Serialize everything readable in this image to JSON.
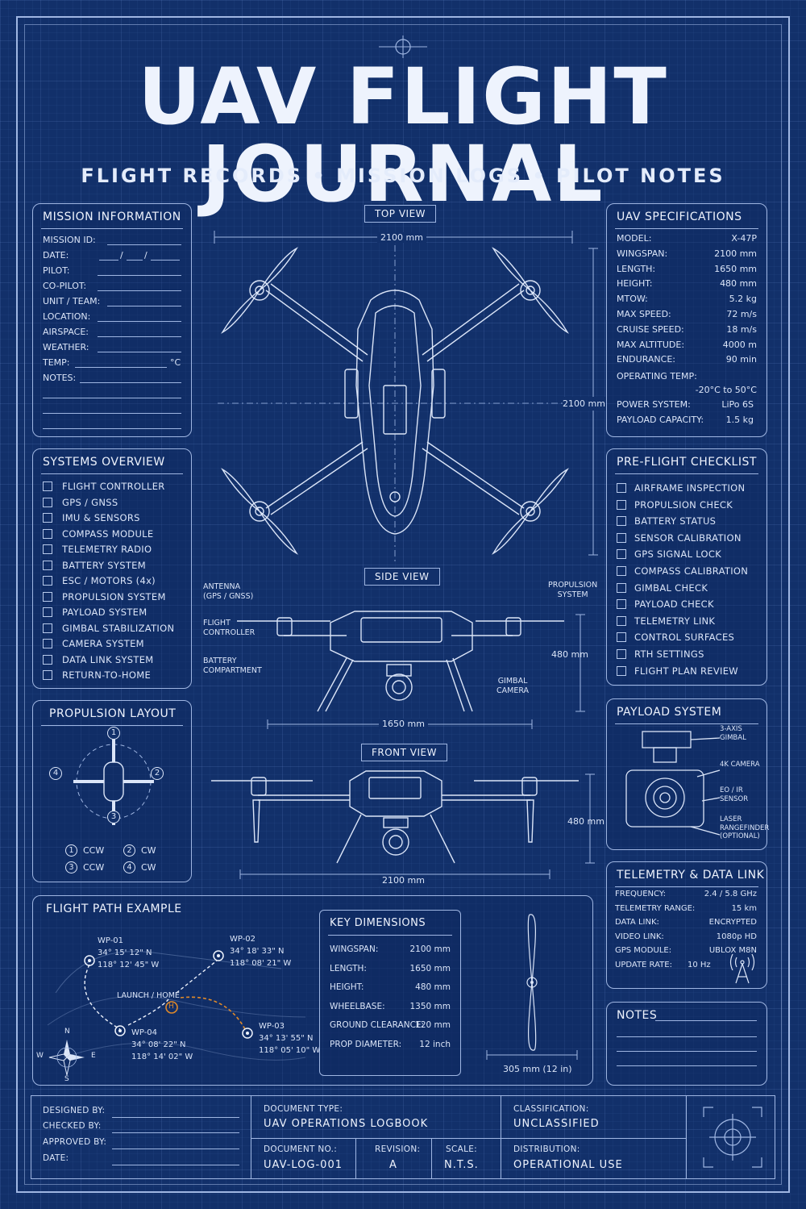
{
  "header": {
    "title": "UAV FLIGHT JOURNAL",
    "subtitle": "FLIGHT RECORDS • MISSION LOGS • PILOT NOTES"
  },
  "mission_information": {
    "title": "MISSION INFORMATION",
    "fields": [
      "MISSION ID:",
      "DATE:",
      "PILOT:",
      "CO-PILOT:",
      "UNIT / TEAM:",
      "LOCATION:",
      "AIRSPACE:",
      "WEATHER:",
      "TEMP:",
      "NOTES:"
    ],
    "date_sep": "/",
    "temp_unit": "°C"
  },
  "systems_overview": {
    "title": "SYSTEMS OVERVIEW",
    "items": [
      "FLIGHT CONTROLLER",
      "GPS / GNSS",
      "IMU & SENSORS",
      "COMPASS MODULE",
      "TELEMETRY RADIO",
      "BATTERY SYSTEM",
      "ESC / MOTORS (4x)",
      "PROPULSION SYSTEM",
      "PAYLOAD SYSTEM",
      "GIMBAL STABILIZATION",
      "CAMERA SYSTEM",
      "DATA LINK SYSTEM",
      "RETURN-TO-HOME"
    ]
  },
  "propulsion_layout": {
    "title": "PROPULSION LAYOUT",
    "motors": [
      "1",
      "2",
      "3",
      "4"
    ],
    "legend": [
      {
        "num": "1",
        "dir": "CCW"
      },
      {
        "num": "2",
        "dir": "CW"
      },
      {
        "num": "3",
        "dir": "CCW"
      },
      {
        "num": "4",
        "dir": "CW"
      }
    ]
  },
  "views": {
    "top": "TOP VIEW",
    "side": "SIDE VIEW",
    "front": "FRONT VIEW",
    "top_width": "2100 mm",
    "top_height": "2100 mm",
    "side_length": "1650 mm",
    "side_height": "480 mm",
    "front_width": "2100 mm",
    "front_height": "480 mm",
    "callouts": {
      "antenna": "ANTENNA\n(GPS / GNSS)",
      "flight_controller": "FLIGHT\nCONTROLLER",
      "battery": "BATTERY\nCOMPARTMENT",
      "propulsion": "PROPULSION\nSYSTEM",
      "gimbal_camera": "GIMBAL\nCAMERA"
    }
  },
  "uav_specifications": {
    "title": "UAV SPECIFICATIONS",
    "rows": [
      {
        "k": "MODEL:",
        "v": "X-47P"
      },
      {
        "k": "WINGSPAN:",
        "v": "2100 mm"
      },
      {
        "k": "LENGTH:",
        "v": "1650 mm"
      },
      {
        "k": "HEIGHT:",
        "v": "480 mm"
      },
      {
        "k": "MTOW:",
        "v": "5.2 kg"
      },
      {
        "k": "MAX SPEED:",
        "v": "72 m/s"
      },
      {
        "k": "CRUISE SPEED:",
        "v": "18 m/s"
      },
      {
        "k": "MAX ALTITUDE:",
        "v": "4000 m"
      },
      {
        "k": "ENDURANCE:",
        "v": "90 min"
      }
    ],
    "op_temp_label": "OPERATING TEMP:",
    "op_temp_value": "-20°C to 50°C",
    "rows2": [
      {
        "k": "POWER SYSTEM:",
        "v": "LiPo 6S"
      },
      {
        "k": "PAYLOAD CAPACITY:",
        "v": "1.5 kg"
      }
    ]
  },
  "preflight_checklist": {
    "title": "PRE-FLIGHT CHECKLIST",
    "items": [
      "AIRFRAME INSPECTION",
      "PROPULSION CHECK",
      "BATTERY STATUS",
      "SENSOR CALIBRATION",
      "GPS SIGNAL LOCK",
      "COMPASS CALIBRATION",
      "GIMBAL CHECK",
      "PAYLOAD CHECK",
      "TELEMETRY LINK",
      "CONTROL SURFACES",
      "RTH SETTINGS",
      "FLIGHT PLAN REVIEW"
    ]
  },
  "payload_system": {
    "title": "PAYLOAD SYSTEM",
    "callouts": [
      "3-AXIS\nGIMBAL",
      "4K CAMERA",
      "EO / IR\nSENSOR",
      "LASER\nRANGEFINDER\n(OPTIONAL)"
    ]
  },
  "telemetry": {
    "title": "TELEMETRY & DATA LINK",
    "rows": [
      {
        "k": "FREQUENCY:",
        "v": "2.4 / 5.8 GHz"
      },
      {
        "k": "TELEMETRY RANGE:",
        "v": "15 km"
      },
      {
        "k": "DATA LINK:",
        "v": "ENCRYPTED"
      },
      {
        "k": "VIDEO LINK:",
        "v": "1080p HD"
      },
      {
        "k": "GPS MODULE:",
        "v": "UBLOX M8N"
      },
      {
        "k": "UPDATE RATE:",
        "v": "10 Hz"
      }
    ]
  },
  "notes": {
    "title": "NOTES"
  },
  "flight_path": {
    "title": "FLIGHT PATH EXAMPLE",
    "waypoints": [
      {
        "id": "WP-01",
        "lat": "34° 15' 12\" N",
        "lon": "118° 12' 45\" W"
      },
      {
        "id": "WP-02",
        "lat": "34° 18' 33\" N",
        "lon": "118° 08' 21\" W"
      },
      {
        "id": "WP-03",
        "lat": "34° 13' 55\" N",
        "lon": "118° 05' 10\" W"
      },
      {
        "id": "WP-04",
        "lat": "34° 08' 22\" N",
        "lon": "118° 14' 02\" W"
      }
    ],
    "home_label": "LAUNCH / HOME",
    "home_marker": "H",
    "compass": [
      "N",
      "S",
      "E",
      "W"
    ]
  },
  "key_dimensions": {
    "title": "KEY DIMENSIONS",
    "rows": [
      {
        "k": "WINGSPAN:",
        "v": "2100 mm"
      },
      {
        "k": "LENGTH:",
        "v": "1650 mm"
      },
      {
        "k": "HEIGHT:",
        "v": "480 mm"
      },
      {
        "k": "WHEELBASE:",
        "v": "1350 mm"
      },
      {
        "k": "GROUND CLEARANCE:",
        "v": "120 mm"
      },
      {
        "k": "PROP DIAMETER:",
        "v": "12 inch"
      }
    ],
    "prop_label": "305 mm (12 in)"
  },
  "title_block": {
    "designed_by": "DESIGNED BY:",
    "checked_by": "CHECKED BY:",
    "approved_by": "APPROVED BY:",
    "date": "DATE:",
    "doc_type_label": "DOCUMENT TYPE:",
    "doc_type_value": "UAV OPERATIONS LOGBOOK",
    "doc_no_label": "DOCUMENT NO.:",
    "doc_no_value": "UAV-LOG-001",
    "revision_label": "REVISION:",
    "revision_value": "A",
    "scale_label": "SCALE:",
    "scale_value": "N.T.S.",
    "classification_label": "CLASSIFICATION:",
    "classification_value": "UNCLASSIFIED",
    "distribution_label": "DISTRIBUTION:",
    "distribution_value": "OPERATIONAL USE"
  }
}
